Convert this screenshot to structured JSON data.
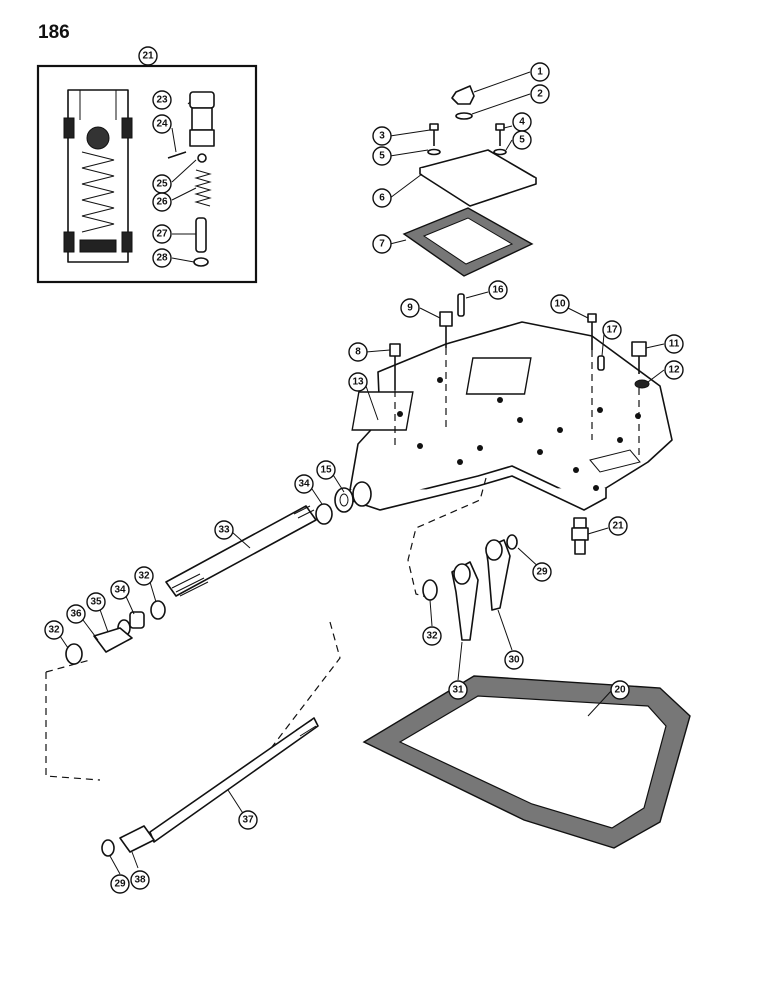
{
  "page": {
    "number": "186"
  },
  "callouts": [
    {
      "id": "c1",
      "label": "1"
    },
    {
      "id": "c2",
      "label": "2"
    },
    {
      "id": "c3",
      "label": "3"
    },
    {
      "id": "c4",
      "label": "4"
    },
    {
      "id": "c5a",
      "label": "5"
    },
    {
      "id": "c5b",
      "label": "5"
    },
    {
      "id": "c6",
      "label": "6"
    },
    {
      "id": "c7",
      "label": "7"
    },
    {
      "id": "c8",
      "label": "8"
    },
    {
      "id": "c9",
      "label": "9"
    },
    {
      "id": "c10",
      "label": "10"
    },
    {
      "id": "c11",
      "label": "11"
    },
    {
      "id": "c12",
      "label": "12"
    },
    {
      "id": "c13",
      "label": "13"
    },
    {
      "id": "c15",
      "label": "15"
    },
    {
      "id": "c16",
      "label": "16"
    },
    {
      "id": "c17",
      "label": "17"
    },
    {
      "id": "c20",
      "label": "20"
    },
    {
      "id": "c21a",
      "label": "21"
    },
    {
      "id": "c21b",
      "label": "21"
    },
    {
      "id": "c23",
      "label": "23"
    },
    {
      "id": "c24",
      "label": "24"
    },
    {
      "id": "c25",
      "label": "25"
    },
    {
      "id": "c26",
      "label": "26"
    },
    {
      "id": "c27",
      "label": "27"
    },
    {
      "id": "c28",
      "label": "28"
    },
    {
      "id": "c29a",
      "label": "29"
    },
    {
      "id": "c29b",
      "label": "29"
    },
    {
      "id": "c30",
      "label": "30"
    },
    {
      "id": "c31",
      "label": "31"
    },
    {
      "id": "c32a",
      "label": "32"
    },
    {
      "id": "c32b",
      "label": "32"
    },
    {
      "id": "c32c",
      "label": "32"
    },
    {
      "id": "c33",
      "label": "33"
    },
    {
      "id": "c34a",
      "label": "34"
    },
    {
      "id": "c34b",
      "label": "34"
    },
    {
      "id": "c35",
      "label": "35"
    },
    {
      "id": "c36",
      "label": "36"
    },
    {
      "id": "c37",
      "label": "37"
    },
    {
      "id": "c38",
      "label": "38"
    }
  ]
}
